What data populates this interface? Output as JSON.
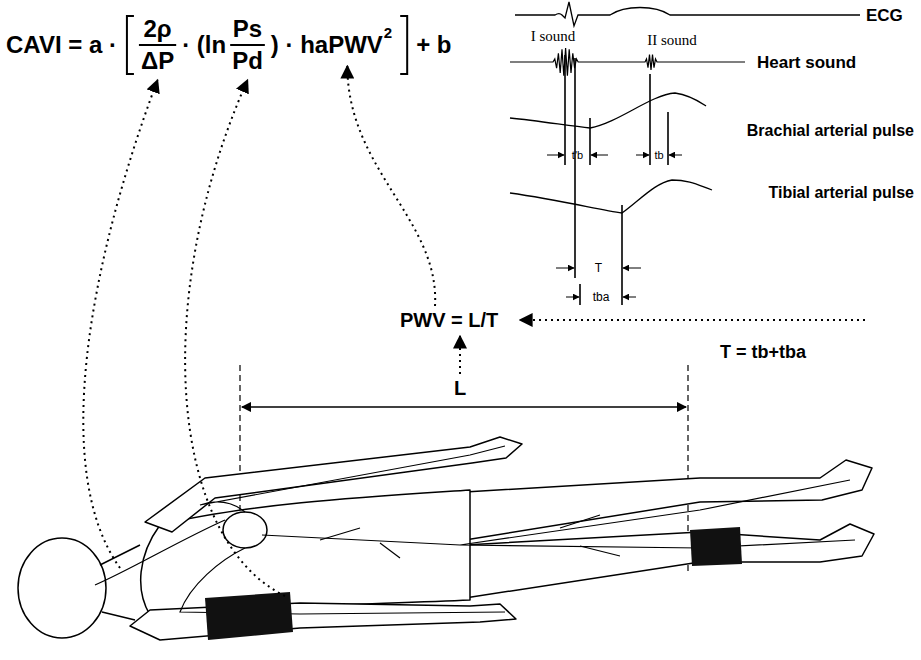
{
  "diagram": {
    "labels": [
      "CAVI = a ·",
      "2ρ",
      "ΔP",
      "· (ln",
      "Ps",
      "Pd",
      ") · haPWV",
      "2",
      "+ b",
      "ECG",
      "I sound",
      "Heart sound",
      "II sound",
      "Brachial arterial pulse",
      "t'b",
      "tb",
      "Tibial arterial pulse",
      "T",
      "tba",
      "PWV = L/T",
      "T = tb+tba",
      "L"
    ]
  }
}
